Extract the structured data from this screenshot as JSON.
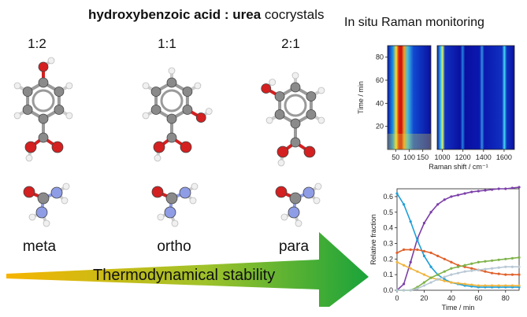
{
  "header": {
    "title_bold": "hydroxybenzoic acid : urea",
    "title_rest": " cocrystals"
  },
  "ratios": [
    "1:2",
    "1:1",
    "2:1"
  ],
  "isomers": [
    "meta",
    "ortho",
    "para"
  ],
  "arrow": {
    "label": "Thermodynamical stability"
  },
  "raman": {
    "title": "In situ Raman monitoring"
  },
  "colors": {
    "carbon": "#8a8a8a",
    "oxygen": "#d42020",
    "nitrogen": "#8f9de6",
    "hydrogen": "#f0f0f0",
    "arrow_start": "#f7b400",
    "arrow_end": "#1aa33a"
  },
  "chart_data": [
    {
      "type": "heatmap",
      "xlabel": "Raman shift / cm⁻¹",
      "ylabel": "Time / min",
      "x_ticks": [
        50,
        100,
        150,
        1000,
        1200,
        1400,
        1600
      ],
      "y_ticks": [
        20,
        40,
        60,
        80
      ],
      "ylim": [
        0,
        90
      ],
      "panels": [
        {
          "xlim": [
            20,
            180
          ]
        },
        {
          "xlim": [
            950,
            1700
          ]
        }
      ]
    },
    {
      "type": "line",
      "xlabel": "Time / min",
      "ylabel": "Relative fraction",
      "xlim": [
        0,
        90
      ],
      "ylim": [
        0,
        0.65
      ],
      "x_ticks": [
        0,
        20,
        40,
        60,
        80
      ],
      "y_ticks": [
        0.0,
        0.1,
        0.2,
        0.3,
        0.4,
        0.5,
        0.6
      ],
      "x": [
        0,
        5,
        10,
        15,
        20,
        25,
        30,
        35,
        40,
        45,
        50,
        55,
        60,
        65,
        70,
        75,
        80,
        85,
        90
      ],
      "series": [
        {
          "color": "#7b3fa8",
          "values": [
            0.0,
            0.04,
            0.18,
            0.33,
            0.43,
            0.5,
            0.55,
            0.58,
            0.6,
            0.61,
            0.62,
            0.63,
            0.635,
            0.64,
            0.645,
            0.65,
            0.65,
            0.655,
            0.66
          ]
        },
        {
          "color": "#1f9fd9",
          "values": [
            0.62,
            0.55,
            0.44,
            0.32,
            0.22,
            0.15,
            0.1,
            0.07,
            0.05,
            0.04,
            0.03,
            0.025,
            0.02,
            0.02,
            0.02,
            0.02,
            0.02,
            0.02,
            0.02
          ]
        },
        {
          "color": "#e0602a",
          "values": [
            0.24,
            0.26,
            0.26,
            0.26,
            0.25,
            0.24,
            0.22,
            0.2,
            0.18,
            0.16,
            0.15,
            0.14,
            0.13,
            0.12,
            0.11,
            0.105,
            0.1,
            0.1,
            0.1
          ]
        },
        {
          "color": "#f0b43c",
          "values": [
            0.18,
            0.16,
            0.14,
            0.12,
            0.1,
            0.08,
            0.07,
            0.06,
            0.05,
            0.045,
            0.04,
            0.035,
            0.03,
            0.03,
            0.03,
            0.03,
            0.03,
            0.03,
            0.03
          ]
        },
        {
          "color": "#7fb34a",
          "values": [
            0.0,
            0.0,
            0.0,
            0.02,
            0.05,
            0.08,
            0.1,
            0.12,
            0.14,
            0.15,
            0.16,
            0.17,
            0.18,
            0.185,
            0.19,
            0.195,
            0.2,
            0.205,
            0.21
          ]
        },
        {
          "color": "#b8c8d4",
          "values": [
            0.0,
            0.0,
            0.0,
            0.01,
            0.03,
            0.05,
            0.07,
            0.085,
            0.1,
            0.11,
            0.12,
            0.125,
            0.13,
            0.135,
            0.14,
            0.145,
            0.15,
            0.15,
            0.15
          ]
        }
      ]
    }
  ]
}
